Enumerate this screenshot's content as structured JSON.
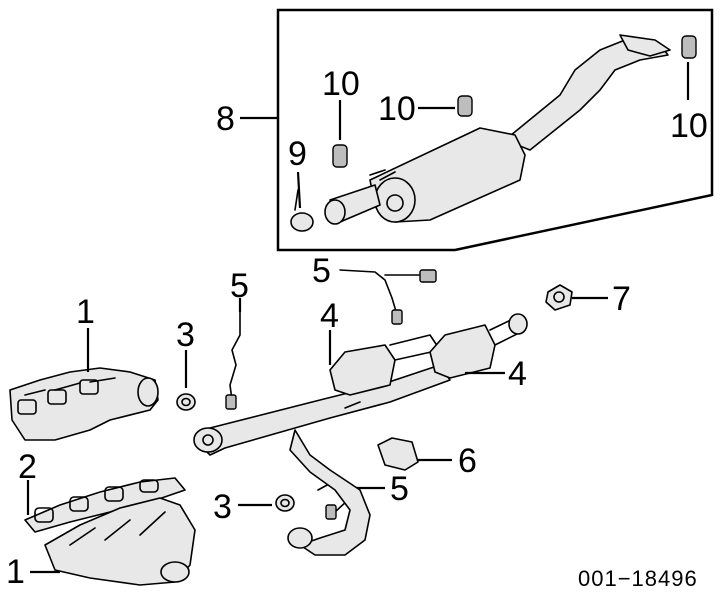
{
  "callouts": [
    {
      "id": "c1a",
      "text": "1"
    },
    {
      "id": "c1b",
      "text": "1"
    },
    {
      "id": "c2",
      "text": "2"
    },
    {
      "id": "c3a",
      "text": "3"
    },
    {
      "id": "c3b",
      "text": "3"
    },
    {
      "id": "c4a",
      "text": "4"
    },
    {
      "id": "c4b",
      "text": "4"
    },
    {
      "id": "c5a",
      "text": "5"
    },
    {
      "id": "c5b",
      "text": "5"
    },
    {
      "id": "c5c",
      "text": "5"
    },
    {
      "id": "c6",
      "text": "6"
    },
    {
      "id": "c7",
      "text": "7"
    },
    {
      "id": "c8",
      "text": "8"
    },
    {
      "id": "c9",
      "text": "9"
    },
    {
      "id": "c10a",
      "text": "10"
    },
    {
      "id": "c10b",
      "text": "10"
    },
    {
      "id": "c10c",
      "text": "10"
    }
  ],
  "figure_id": "001−18496"
}
